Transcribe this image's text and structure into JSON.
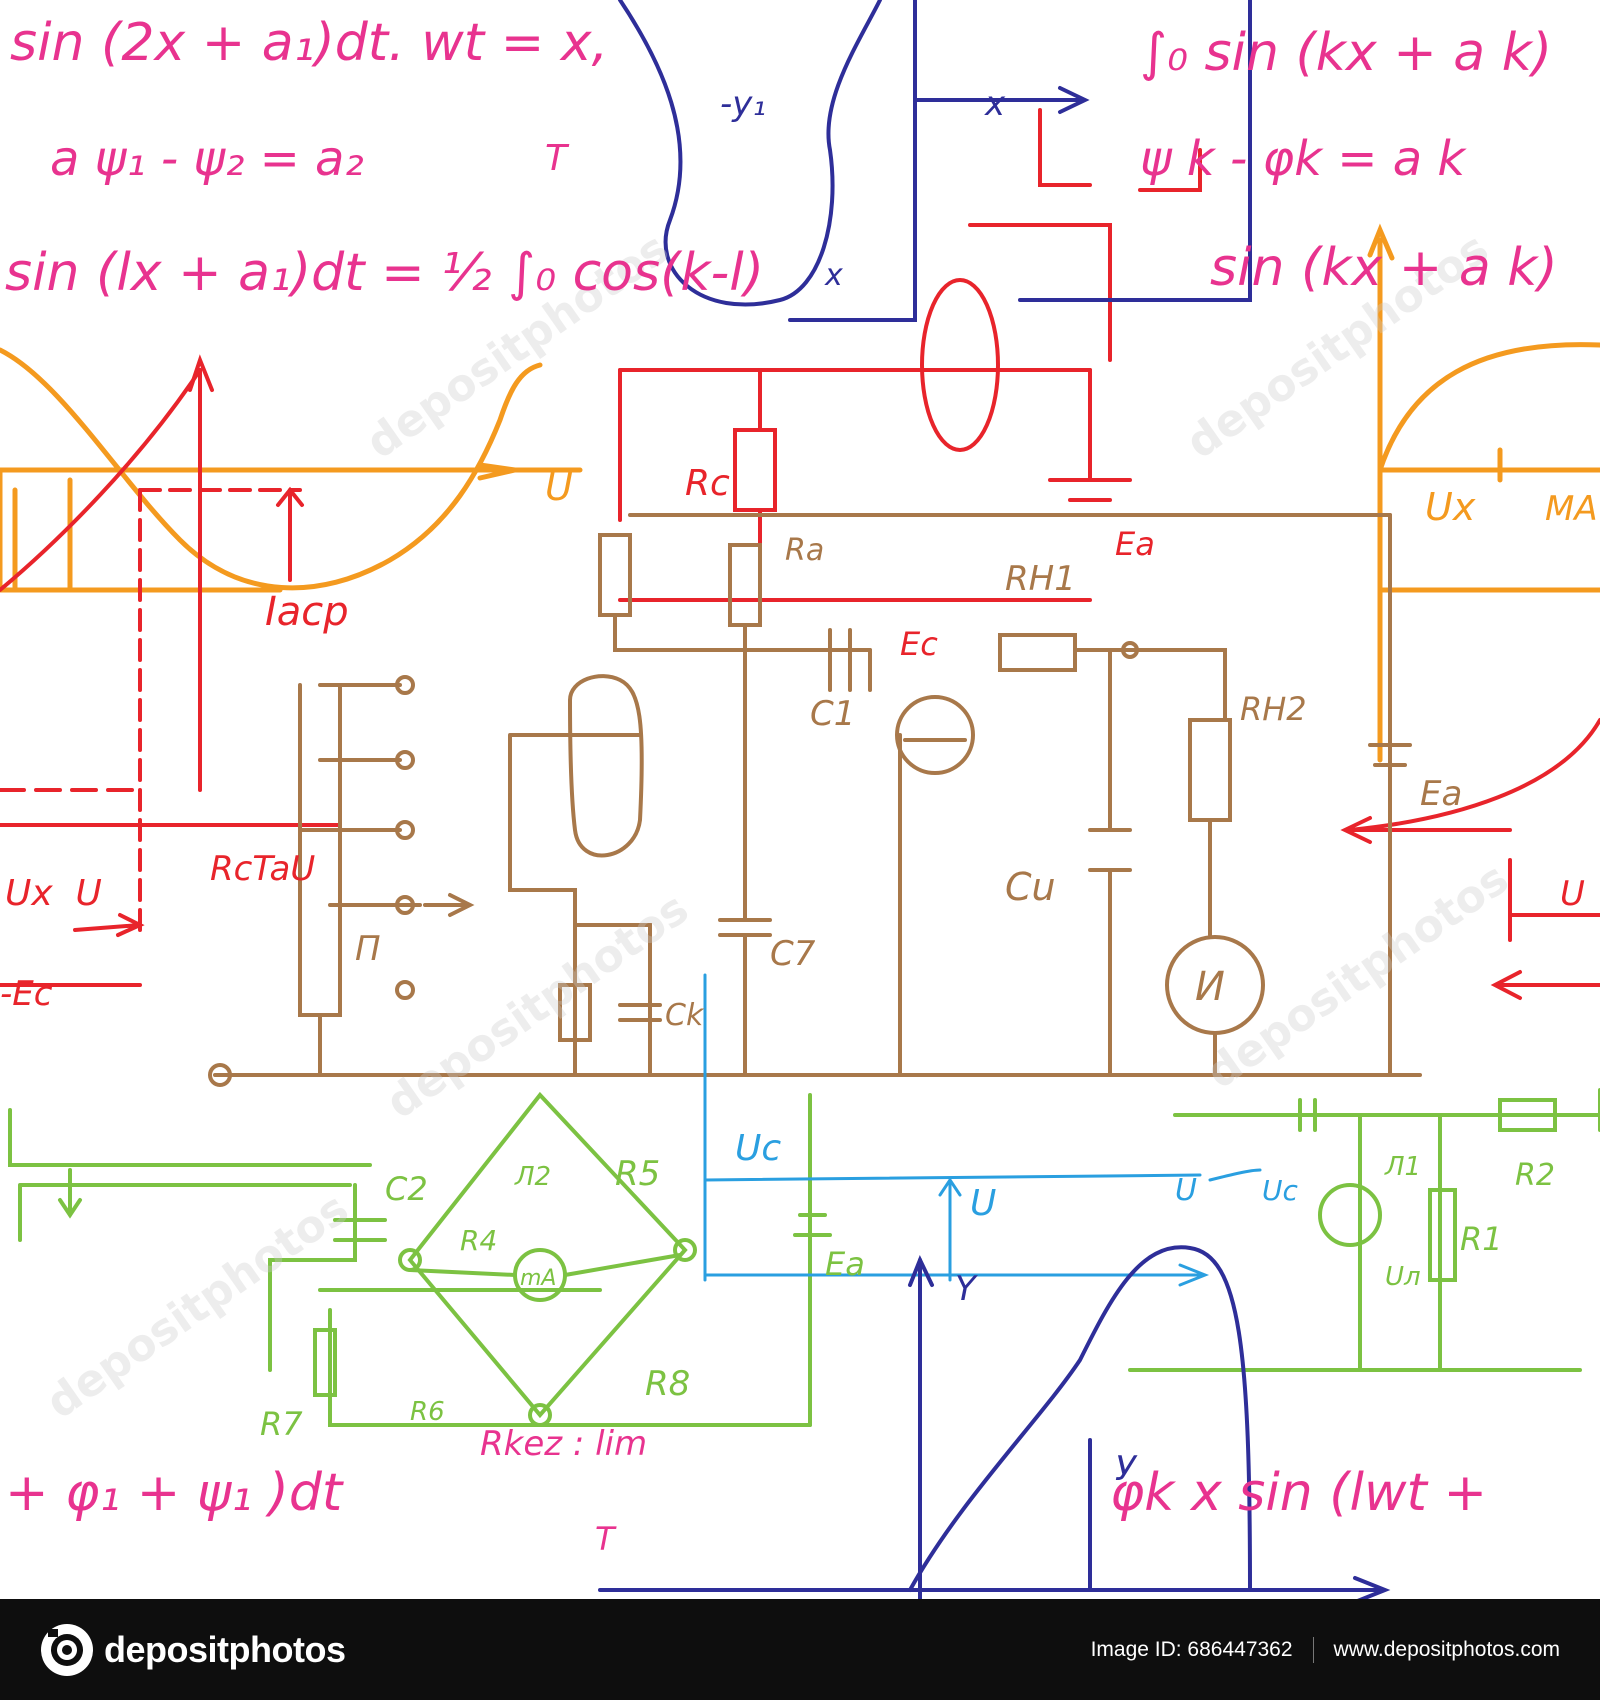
{
  "sheet": {
    "formulas": [
      "sin (2x + a₁)dt. wt = x,",
      "∫₀ sin (kx + a k)",
      "a  ψ₁  - ψ₂ = a₂",
      "T",
      "ψ k  - φk = a k",
      "sin (lx + a₁)dt = ½ ∫₀ cos(k-l)",
      "sin (kx + a k)",
      "Iacp",
      "+ φ₁ + ψ₁ )dt",
      "φk  x sin (lwt +",
      "Rkez : lim",
      "T"
    ],
    "circuit_labels": [
      "Rc",
      "Ra",
      "RH1",
      "Ea",
      "Ec",
      "C1",
      "RH2",
      "Ea",
      "Cu",
      "C7",
      "Ck",
      "П",
      "И",
      "RcTaU",
      "Ux  U",
      "-Ec",
      "U",
      "C2",
      "R5",
      "R4",
      "mA",
      "R8",
      "R7",
      "R6",
      "Л2",
      "Uc",
      "Ea",
      "U",
      "Y",
      "U",
      "Uc",
      "R2",
      "Л1",
      "R1",
      "Uл",
      "-y₁",
      "x",
      "x",
      "Ux",
      "У",
      "МА",
      "U"
    ]
  },
  "watermark": {
    "text": "depositphotos"
  },
  "footer": {
    "brand": "depositphotos",
    "image_id": "Image ID: 686447362",
    "site": "www.depositphotos.com"
  },
  "colors": {
    "pink": "#e8338f",
    "red": "#e8242b",
    "brown": "#a8784a",
    "green": "#7cc242",
    "blue": "#2a9fe0",
    "navy": "#2e2e99",
    "orange": "#f49a1f",
    "footer_bg": "#0e0e0e"
  }
}
